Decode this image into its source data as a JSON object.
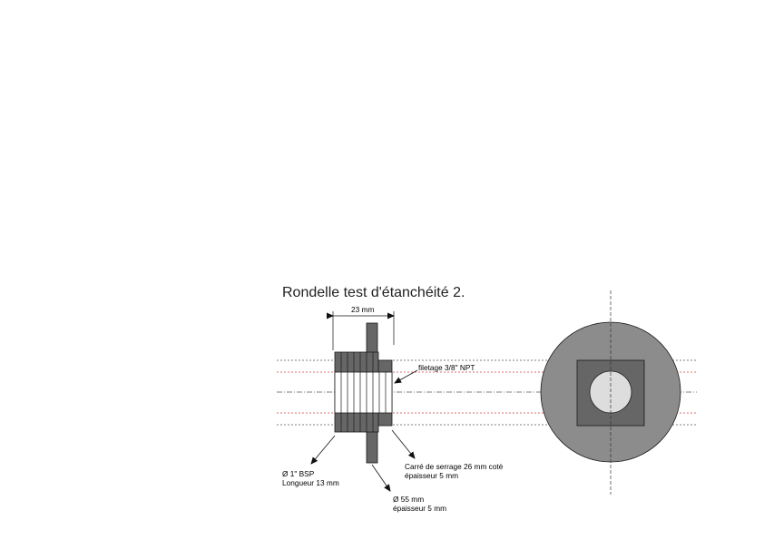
{
  "title": "Rondelle test d'étanchéité 2.",
  "labels": {
    "dimension_top": "23 mm",
    "thread": "filetage 3/8\" NPT",
    "bsp_line1": "Ø 1\" BSP",
    "bsp_line2": "Longueur 13 mm",
    "square_line1": "Carré de serrage 26 mm cotè",
    "square_line2": "épaisseur 5 mm",
    "flange_line1": "Ø 55 mm",
    "flange_line2": "épaisseur 5 mm"
  },
  "colors": {
    "body_dark": "#666666",
    "body_medium": "#8c8c8c",
    "bore_light": "#dddddd",
    "outline": "#1a1a1a",
    "thread_centerline": "#d04040",
    "construction_line": "#555555"
  }
}
